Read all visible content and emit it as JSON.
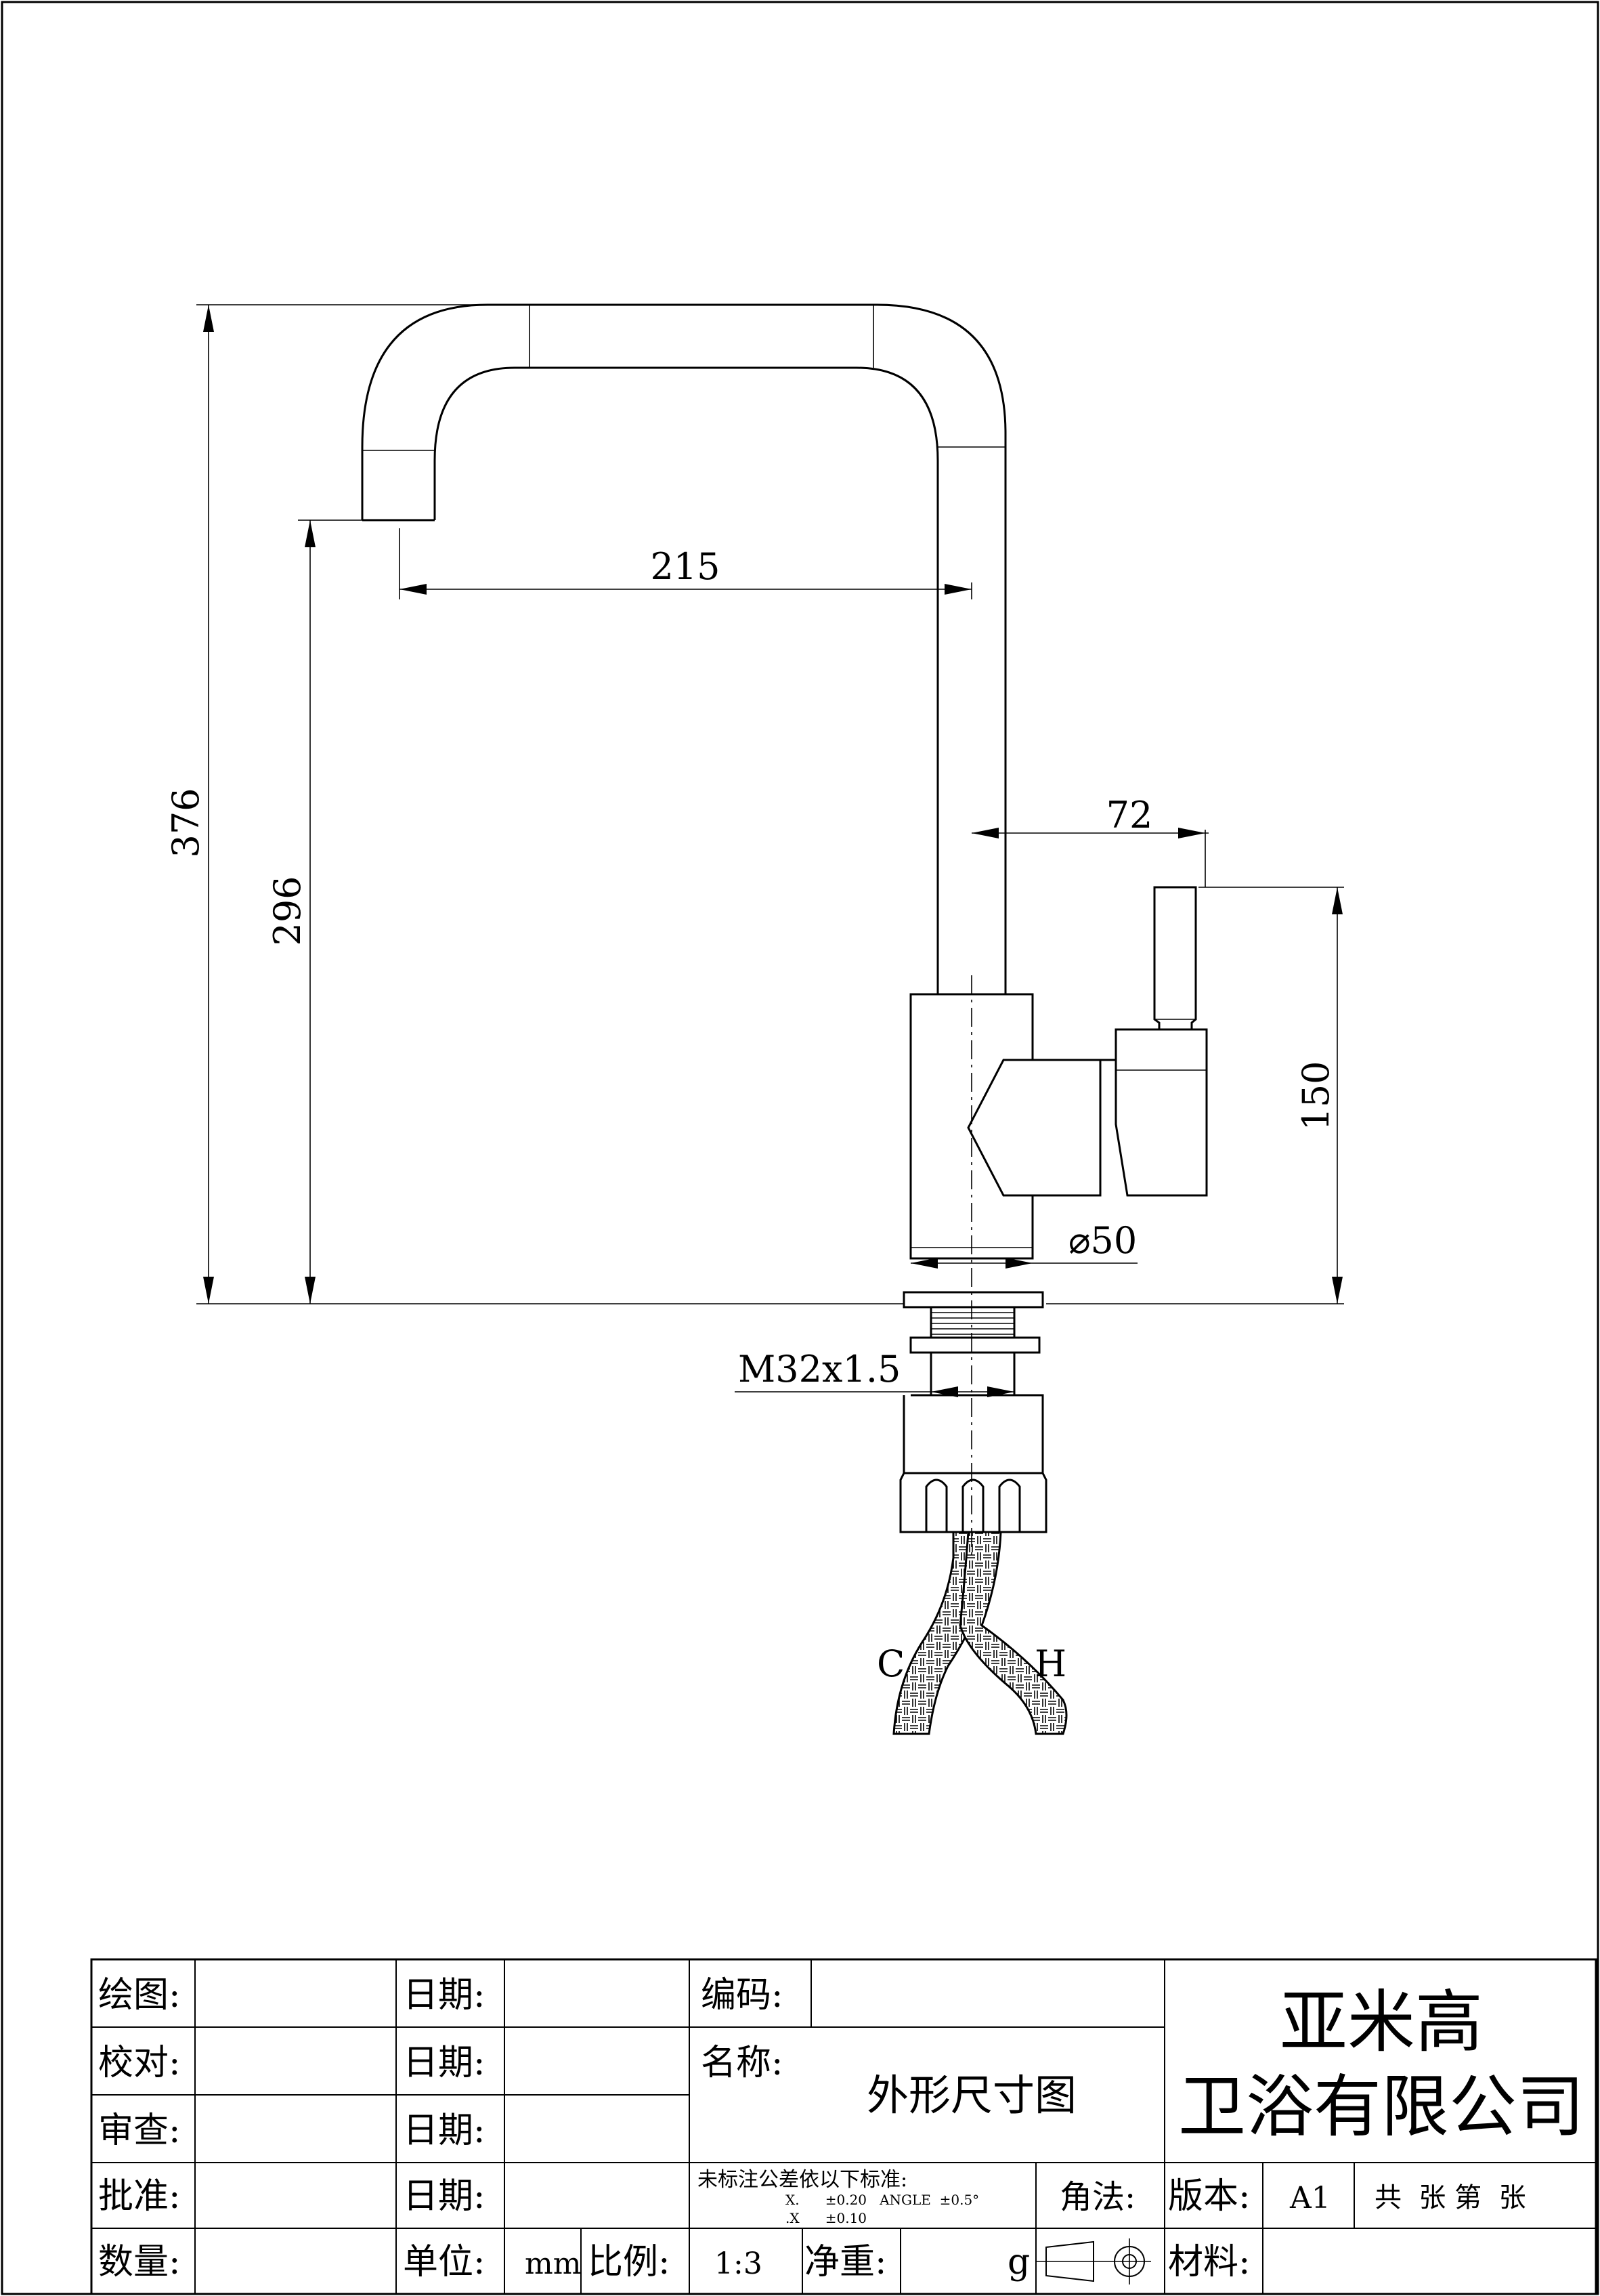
{
  "drawing": {
    "dimensions": {
      "overall_height": "376",
      "spout_height": "296",
      "spout_reach": "215",
      "handle_offset": "72",
      "handle_height": "150",
      "body_diameter": "⌀50",
      "thread": "M32x1.5"
    },
    "hose_labels": {
      "cold": "C",
      "hot": "H"
    }
  },
  "title_block": {
    "drawn_label": "绘图:",
    "checked_label": "校对:",
    "reviewed_label": "审查:",
    "approved_label": "批准:",
    "quantity_label": "数量:",
    "date_label": "日期:",
    "unit_label": "单位:",
    "unit_value": "mm",
    "scale_label": "比例:",
    "scale_value": "1:3",
    "code_label": "编码:",
    "name_label": "名称:",
    "name_value": "外形尺寸图",
    "tolerance_heading": "未标注公差依以下标准:",
    "tolerance_line1": "X.      ±0.20   ANGLE  ±0.5°",
    "tolerance_line2": ".X      ±0.10",
    "net_weight_label": "净重:",
    "net_weight_unit": "g",
    "angle_label": "角法:",
    "version_label": "版本:",
    "version_value": "A1",
    "sheets_text": "共  张 第  张",
    "material_label": "材料:",
    "company_line1": "亚米高",
    "company_line2": "卫浴有限公司"
  }
}
